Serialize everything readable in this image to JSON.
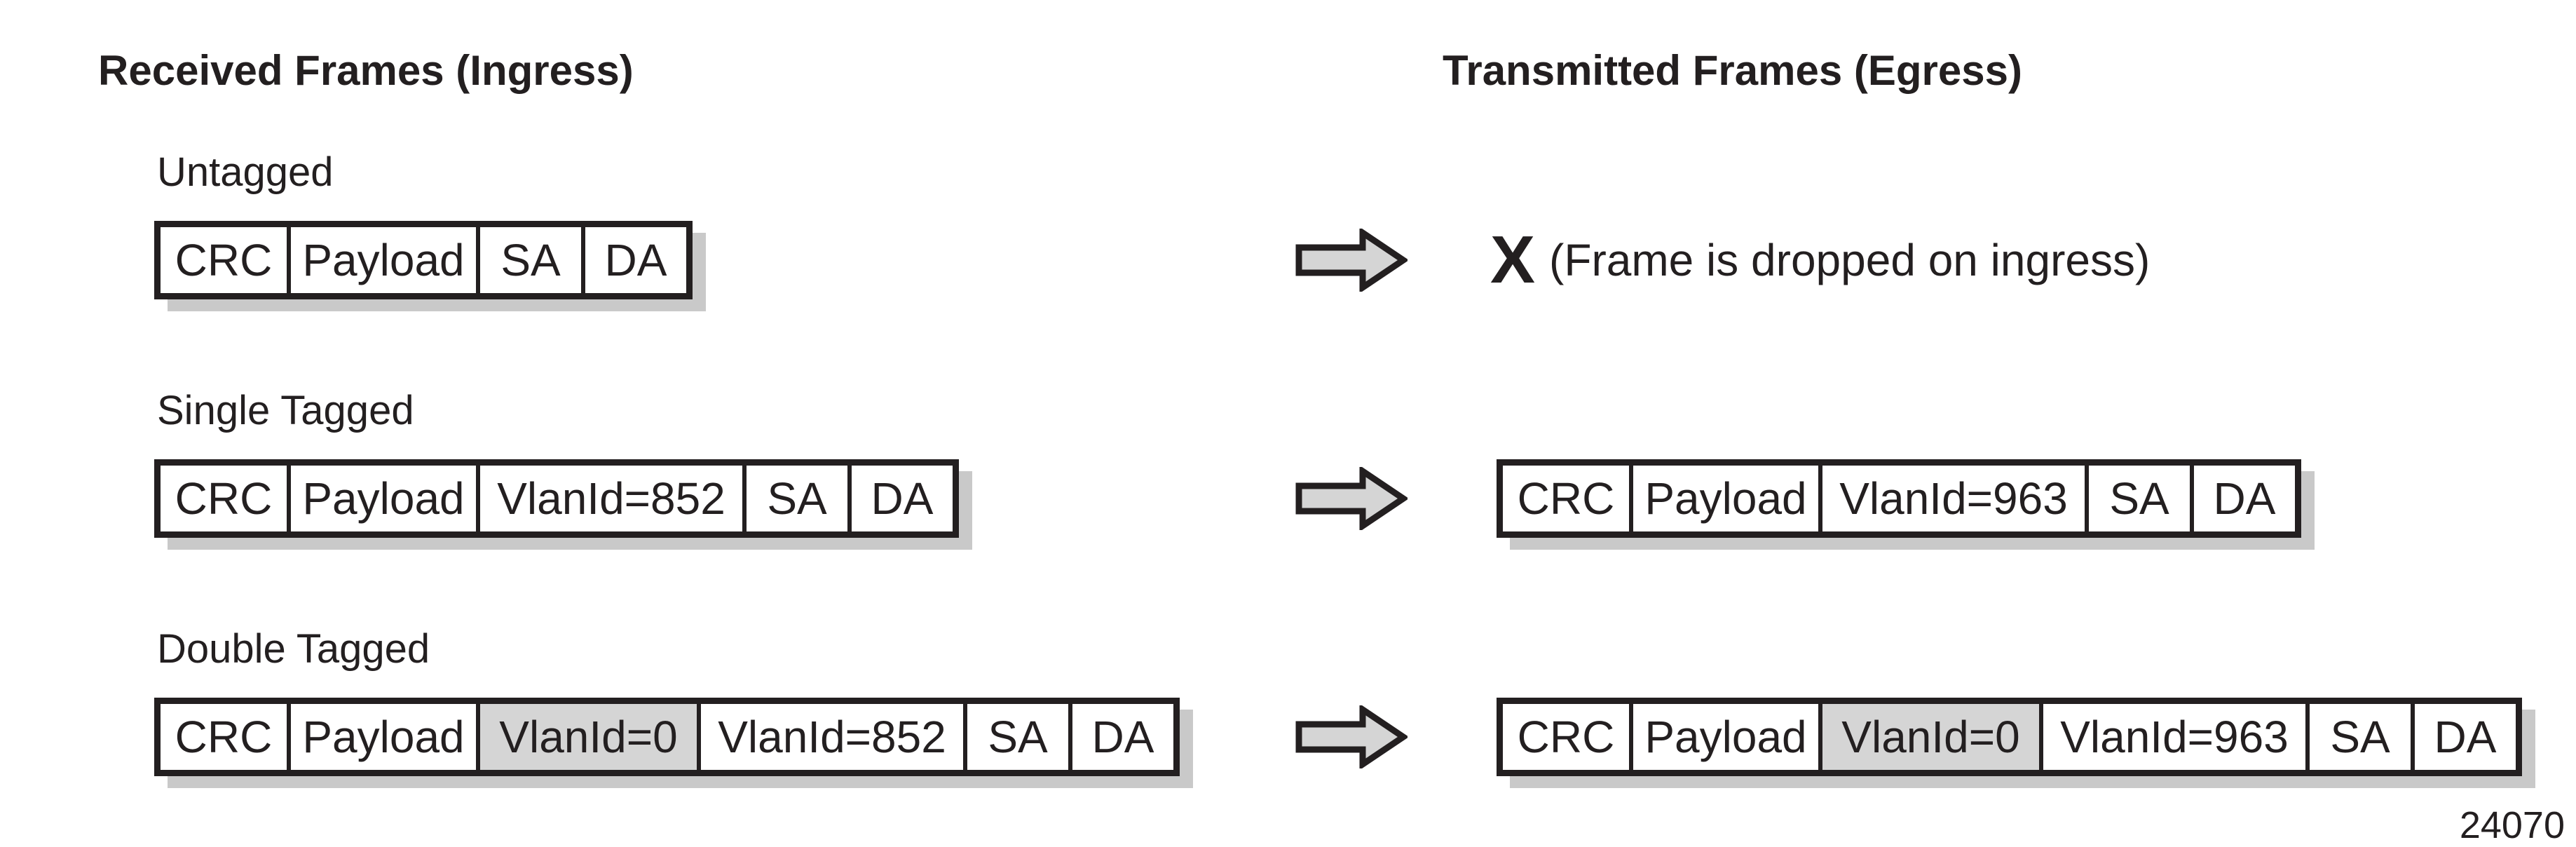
{
  "diagram": {
    "ingress_title": "Received Frames (Ingress)",
    "egress_title": "Transmitted Frames (Egress)",
    "figure_number": "24070",
    "colors": {
      "ink": "#231f20",
      "shaded_cell": "#d5d5d5",
      "arrow_fill": "#d5d5d5",
      "shadow": "#c9c9c9"
    },
    "rows": [
      {
        "label": "Untagged",
        "ingress": {
          "cells": [
            {
              "text": "CRC"
            },
            {
              "text": "Payload"
            },
            {
              "text": "SA"
            },
            {
              "text": "DA"
            }
          ]
        },
        "egress": {
          "dropped_mark": "X",
          "dropped_note": "(Frame is dropped on ingress)"
        }
      },
      {
        "label": "Single Tagged",
        "ingress": {
          "cells": [
            {
              "text": "CRC"
            },
            {
              "text": "Payload"
            },
            {
              "text": "VlanId=852"
            },
            {
              "text": "SA"
            },
            {
              "text": "DA"
            }
          ]
        },
        "egress": {
          "cells": [
            {
              "text": "CRC"
            },
            {
              "text": "Payload"
            },
            {
              "text": "VlanId=963"
            },
            {
              "text": "SA"
            },
            {
              "text": "DA"
            }
          ]
        }
      },
      {
        "label": "Double Tagged",
        "ingress": {
          "cells": [
            {
              "text": "CRC"
            },
            {
              "text": "Payload"
            },
            {
              "text": "VlanId=0",
              "shaded": true
            },
            {
              "text": "VlanId=852"
            },
            {
              "text": "SA"
            },
            {
              "text": "DA"
            }
          ]
        },
        "egress": {
          "cells": [
            {
              "text": "CRC"
            },
            {
              "text": "Payload"
            },
            {
              "text": "VlanId=0",
              "shaded": true
            },
            {
              "text": "VlanId=963"
            },
            {
              "text": "SA"
            },
            {
              "text": "DA"
            }
          ]
        }
      }
    ]
  }
}
